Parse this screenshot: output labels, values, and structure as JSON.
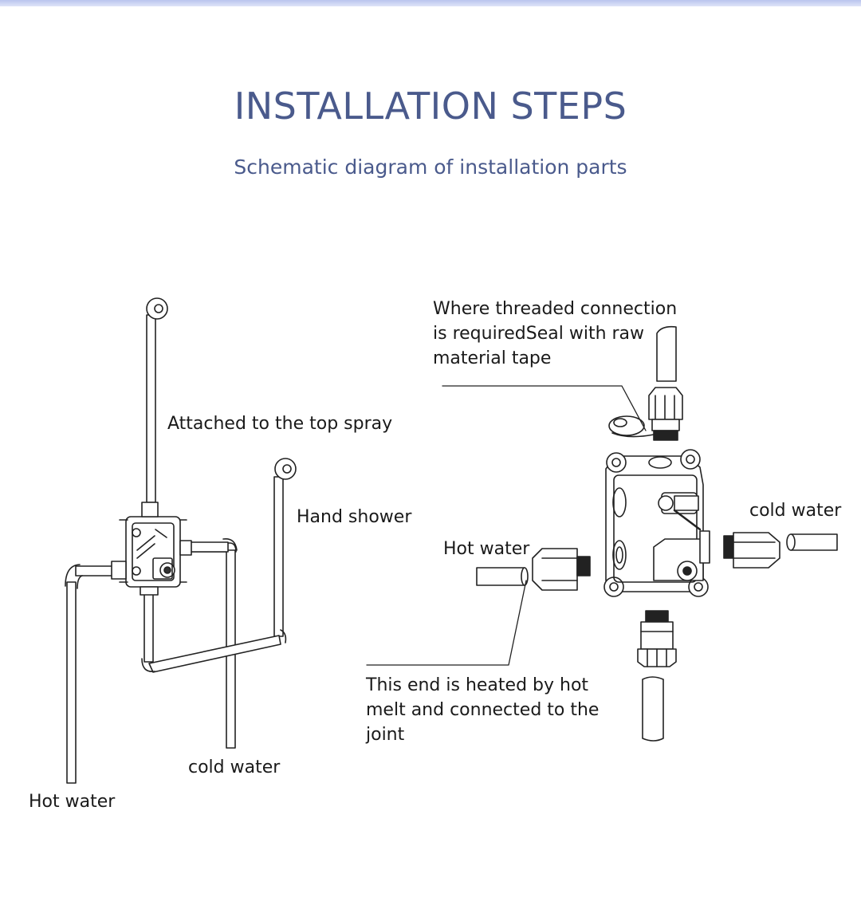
{
  "header": {
    "title": "INSTALLATION STEPS",
    "subtitle": "Schematic diagram of installation parts"
  },
  "left_diagram": {
    "top_spray": "Attached to the top spray",
    "hand_shower": "Hand shower",
    "cold_water": "cold water",
    "hot_water": "Hot water"
  },
  "right_diagram": {
    "thread_note": "Where threaded connection is requiredSeal with raw material tape",
    "cold_water": "cold water",
    "hot_water": "Hot water",
    "hot_melt_note": "This end is heated by hot melt and connected to the joint"
  },
  "colors": {
    "heading": "#4a5a8c",
    "line": "#222222",
    "top_bar": "#c3ccf0"
  }
}
